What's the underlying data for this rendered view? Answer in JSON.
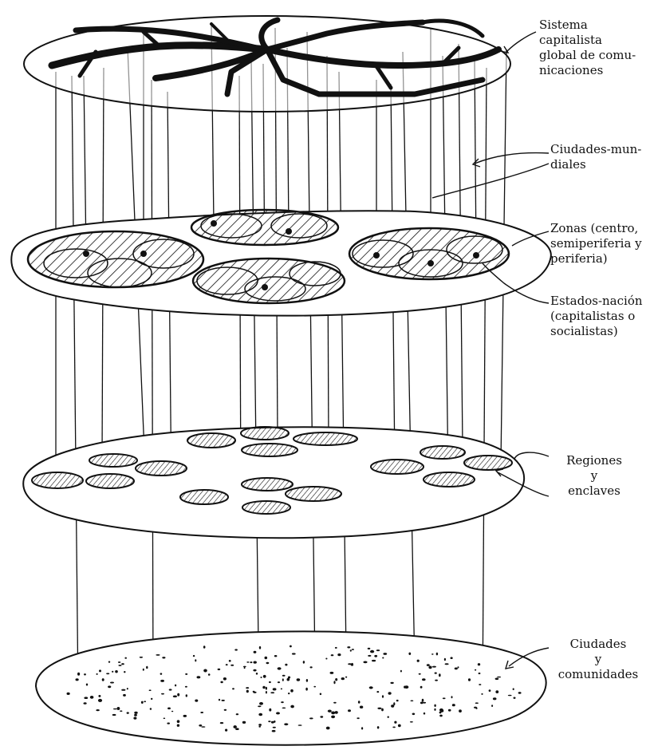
{
  "labels": {
    "global_system": "Sistema capitalista\nglobal de comu-\nnicaciones",
    "world_cities": "Ciudades-mun-\ndiales",
    "zones": "Zonas (centro,\nsemiperiferia y\nperiferia)",
    "nation_states": "Estados-nación\n(capitalistas o\nsocialistas)",
    "regions": "Regiones\ny\nenclaves",
    "towns": "Ciudades\ny\ncomunidades"
  },
  "colors": {
    "ink": "#111111",
    "paper": "#ffffff"
  }
}
